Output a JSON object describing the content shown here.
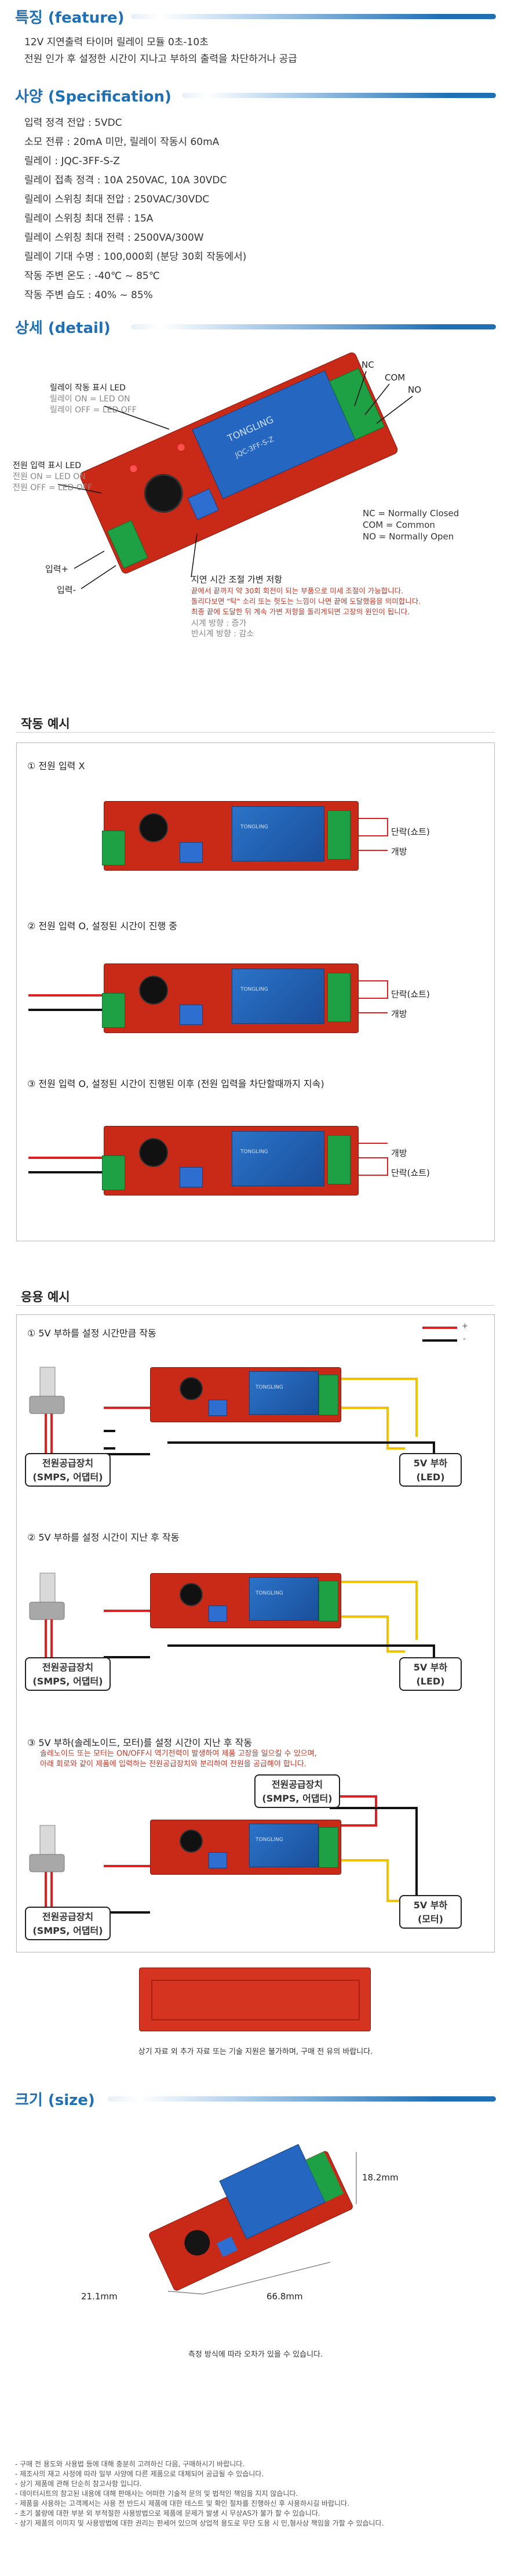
{
  "feature": {
    "title": "특징 (feature)",
    "lines": [
      "12V 지연출력 타이머 릴레이 모듈 0초-10초",
      "전원 인가 후 설정한 시간이 지나고 부하의 출력을 차단하거나 공급"
    ]
  },
  "spec": {
    "title": "사양 (Specification)",
    "items": [
      "입력 정격 전압 : 5VDC",
      "소모 전류 : 20mA 미만, 릴레이 작동시 60mA",
      "릴레이 : JQC-3FF-S-Z",
      "릴레이 접촉 정격 : 10A 250VAC, 10A 30VDC",
      "릴레이 스위칭 최대 전압 : 250VAC/30VDC",
      "릴레이 스위칭 최대 전류 : 15A",
      "릴레이 스위칭 최대 전력 : 2500VA/300W",
      "릴레이 기대 수명 : 100,000회 (분당 30회 작동에서)",
      "작동 주변 온도 : -40℃ ~ 85℃",
      "작동 주변 습도 : 40% ~ 85%"
    ]
  },
  "detail": {
    "title": "상세 (detail)",
    "nc": "NC",
    "com": "COM",
    "no": "NO",
    "relay_led": "릴레이 작동 표시 LED",
    "relay_led_on": "릴레이 ON = LED ON",
    "relay_led_off": "릴레이 OFF = LED OFF",
    "power_led": "전원 입력 표시 LED",
    "power_led_on": "전원 ON = LED ON",
    "power_led_off": "전원 OFF = LED OFF",
    "input_plus": "입력+",
    "input_minus": "입력-",
    "legend_nc": "NC = Normally Closed",
    "legend_com": "COM = Common",
    "legend_no": "NO = Normally Open",
    "pot_title": "지연 시간 조절 가변 저항",
    "pot_desc": [
      "끝에서 끝까지 약 30회 회전이 되는 부품으로 미세 조절이 가능합니다.",
      "돌리다보면 \"탁\" 소리 또는 헛도는 느낌이 나면 끝에 도달했음을 의미합니다.",
      "최종 끝에 도달한 뒤 계속 가변 저항을 돌리게되면 고장의 원인이 됩니다."
    ],
    "cw": "시계 방향 : 증가",
    "ccw": "반시계 방향 : 감소",
    "relay_text": "TONGLING"
  },
  "operation": {
    "title": "작동 예시",
    "ex1": "① 전원 입력 X",
    "ex2": "② 전원 입력 O, 설정된 시간이 진행 중",
    "ex3": "③ 전원 입력 O, 설정된 시간이 진행된 이후 (전원 입력을 차단할때까지 지속)",
    "short": "단락(쇼트)",
    "open": "개방"
  },
  "application": {
    "title": "응용 예시",
    "ex1": "① 5V 부하를 설정 시간만큼 작동",
    "ex2": "② 5V 부하를 설정 시간이 지난 후 작동",
    "ex3": "③ 5V 부하(솔레노이드, 모터)를 설정 시간이 지난 후 작동",
    "ex3_desc": [
      "솔레노이드 또는 모터는 ON/OFF시 역기전력이 발생하여 제품 고장을 일으킬 수 있으며,",
      "아래 회로와 같이 제품에 입력하는 전원공급장치와 분리하여 전원을 공급해야 합니다."
    ],
    "psu": "전원공급장치",
    "psu_sub": "(SMPS, 어댑터)",
    "load": "5V 부하",
    "load_led": "(LED)",
    "load_motor": "(모터)",
    "legend_plus": "+",
    "legend_minus": "-",
    "note": "상기 자료 외 추가 자료 또는 기술 지원은 불가하며, 구매 전 유의 바랍니다."
  },
  "size": {
    "title": "크기 (size)",
    "h": "18.2mm",
    "w": "66.8mm",
    "d": "21.1mm",
    "note": "측정 방식에 따라 오차가 있을 수 있습니다.",
    "warnings": [
      "- 구매 전 용도와 사용법 등에 대해 충분히 고려하신 다음, 구매하시기 바랍니다.",
      "- 제조사의 재고 사정에 따라 일부 사양에 다른 제품으로 대체되어 공급될 수 있습니다.",
      "- 상기 제품에 관해 단순히 참고사항 입니다.",
      "- 데이터시트의 참고된 내용에 대해 판매사는 어떠한 기술적 문의 및 법적인 책임을 지지 않습니다.",
      "- 제품을 사용하는 고객께서는 사용 전 반드시 제품에 대한 테스트 및 확인 절차를 진행하신 후 사용하시길 바랍니다.",
      "- 초기 불량에 대한 부분 외 부적절한 사용방법으로 제품에 문제가 발생 시 무상AS가 불가 할 수 있습니다.",
      "- 상기 제품의 이미지 및 사용방법에 대한 권리는 판세어 있으며 상업적 용도로 무단 도용 시 민,형사상 책임을 가할 수 있습니다."
    ]
  },
  "colors": {
    "accent": "#1f6fb5",
    "board": "#c92a18",
    "relay": "#2b73c9",
    "terminal": "#1ea045",
    "wire_red": "#e02020",
    "wire_black": "#111111",
    "wire_yellow": "#f2c200"
  }
}
